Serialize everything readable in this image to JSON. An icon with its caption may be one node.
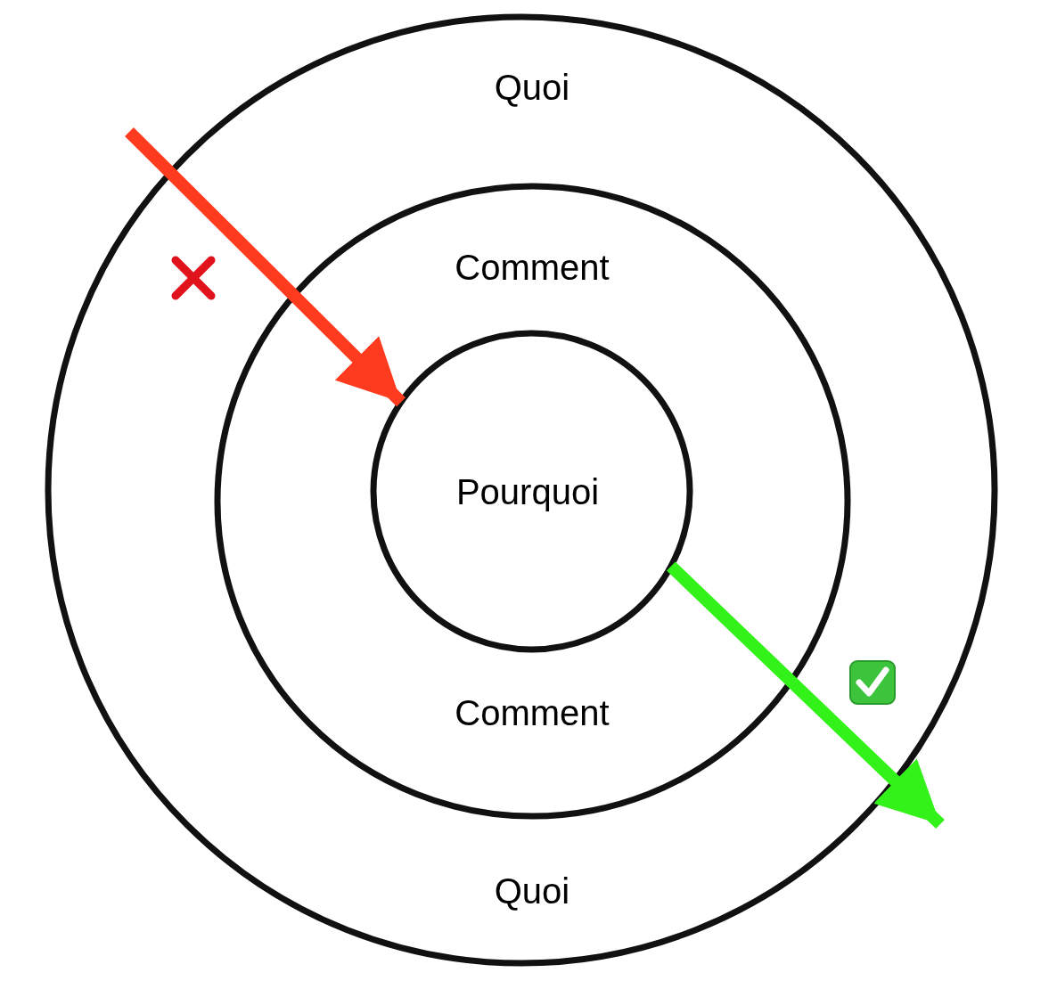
{
  "diagram": {
    "nodes": [
      {
        "text": [
          "Quoi",
          "Quoi"
        ]
      },
      {
        "text": [
          "Comment",
          "Comment"
        ],
        "in": 0
      },
      {
        "text": [
          "Pourquoi"
        ],
        "in": 1
      }
    ],
    "edges": [
      {
        "from": null,
        "to": 2,
        "arrow": "to",
        "color": "#ff3b1f"
      },
      {
        "from": 2,
        "to": null,
        "arrow": "to",
        "color": "#33f21a"
      }
    ]
  }
}
